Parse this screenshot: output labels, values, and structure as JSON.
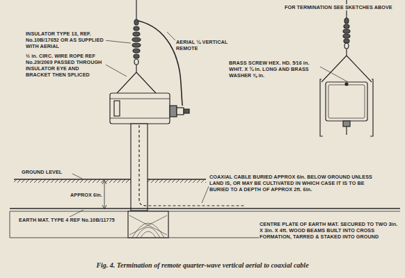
{
  "diagram": {
    "caption": "Fig. 4.  Termination of remote quarter-wave vertical aerial to coaxial cable",
    "labels": [
      "INSULATOR TYPE 13, REF. No.10B/17652 OR AS SUPPLIED WITH AERIAL",
      "½ in. CIRC. WIRE ROPE REF No.29/2069 PASSED THROUGH INSULATOR EYE AND BRACKET THEN SPLICED",
      "AERIAL ¼ VERTICAL REMOTE",
      "FOR TERMINATION SEE SKETCHES ABOVE",
      "BRASS SCREW HEX. HD. 5⁄16 in. WHIT. X ¾ in. LONG AND BRASS WASHER ⅜ in.",
      "GROUND LEVEL",
      "APPROX 6in.",
      "COAXIAL CABLE BURIED APPROX 6in. BELOW GROUND UNLESS LAND IS, OR MAY BE CULTIVATED IN WHICH CASE IT IS TO BE BURIED TO A DEPTH OF APPROX 2ft. 6in.",
      "EARTH MAT. TYPE 4 REF No.10B/11775",
      "CENTRE PLATE OF EARTH MAT. SECURED TO TWO 3in. X 3in. X 4ft. WOOD BEAMS BUILT INTO CROSS FORMATION, TARRED & STAKED INTO GROUND"
    ]
  }
}
